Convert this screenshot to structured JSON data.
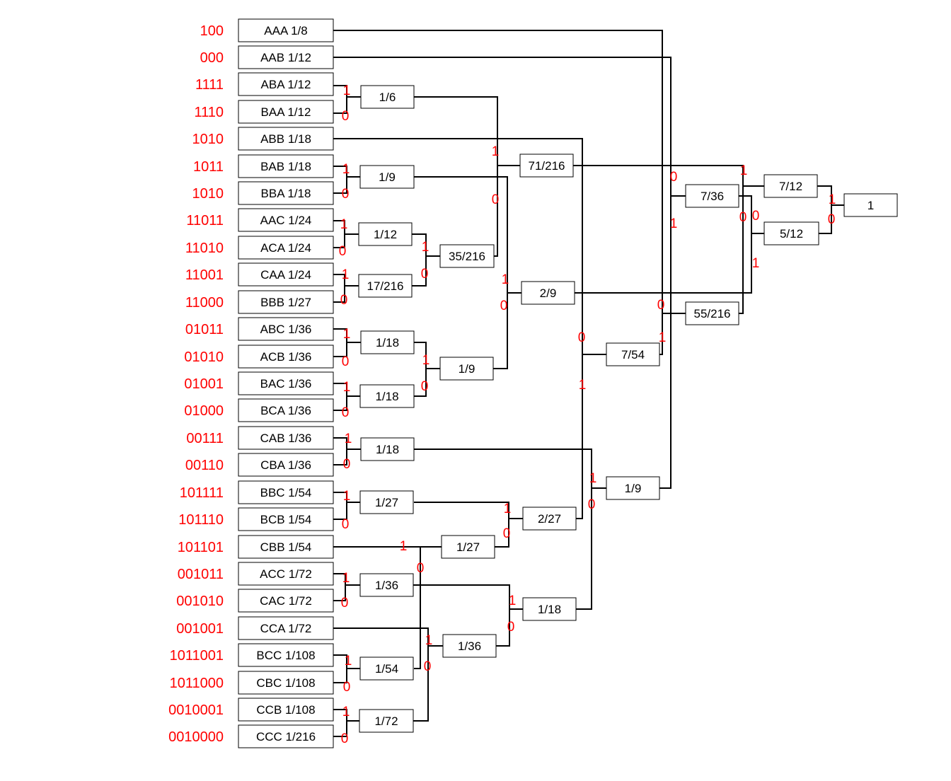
{
  "symbols": [
    {
      "code": "100",
      "label": "AAA 1/8"
    },
    {
      "code": "000",
      "label": "AAB 1/12"
    },
    {
      "code": "1111",
      "label": "ABA 1/12"
    },
    {
      "code": "1110",
      "label": "BAA 1/12"
    },
    {
      "code": "1010",
      "label": "ABB 1/18"
    },
    {
      "code": "1011",
      "label": "BAB 1/18"
    },
    {
      "code": "1010",
      "label": "BBA 1/18"
    },
    {
      "code": "11011",
      "label": "AAC 1/24"
    },
    {
      "code": "11010",
      "label": "ACA 1/24"
    },
    {
      "code": "11001",
      "label": "CAA 1/24"
    },
    {
      "code": "11000",
      "label": "BBB 1/27"
    },
    {
      "code": "01011",
      "label": "ABC 1/36"
    },
    {
      "code": "01010",
      "label": "ACB 1/36"
    },
    {
      "code": "01001",
      "label": "BAC 1/36"
    },
    {
      "code": "01000",
      "label": "BCA 1/36"
    },
    {
      "code": "00111",
      "label": "CAB 1/36"
    },
    {
      "code": "00110",
      "label": "CBA 1/36"
    },
    {
      "code": "101111",
      "label": "BBC 1/54"
    },
    {
      "code": "101110",
      "label": "BCB 1/54"
    },
    {
      "code": "101101",
      "label": "CBB 1/54"
    },
    {
      "code": "001011",
      "label": "ACC 1/72"
    },
    {
      "code": "001010",
      "label": "CAC 1/72"
    },
    {
      "code": "001001",
      "label": "CCA 1/72"
    },
    {
      "code": "1011001",
      "label": "BCC 1/108"
    },
    {
      "code": "1011000",
      "label": "CBC 1/108"
    },
    {
      "code": "0010001",
      "label": "CCB 1/108"
    },
    {
      "code": "0010000",
      "label": "CCC 1/216"
    }
  ],
  "nodes": {
    "n_aba_baa": "1/6",
    "n_bab_bba": "1/9",
    "n_aac_aca": "1/12",
    "n_caa_bbb": "17/216",
    "n_abc_acb": "1/18",
    "n_bac_bca": "1/18",
    "n_cab_cba": "1/18",
    "n_bbc_bcb": "1/27",
    "n_acc_cac": "1/36",
    "n_bcc_cbc": "1/54",
    "n_ccb_ccc": "1/72",
    "n_35_216": "35/216",
    "n_1_9_lvl2": "1/9",
    "n_1_27_lvl2": "1/27",
    "n_1_36_lvl2": "1/36",
    "n_71_216": "71/216",
    "n_2_9": "2/9",
    "n_2_27": "2/27",
    "n_1_18_lvl3": "1/18",
    "n_7_54": "7/54",
    "n_1_9_lvl4": "1/9",
    "n_7_36": "7/36",
    "n_55_216": "55/216",
    "n_7_12": "7/12",
    "n_5_12": "5/12",
    "root": "1"
  },
  "bits": {
    "one": "1",
    "zero": "0"
  }
}
